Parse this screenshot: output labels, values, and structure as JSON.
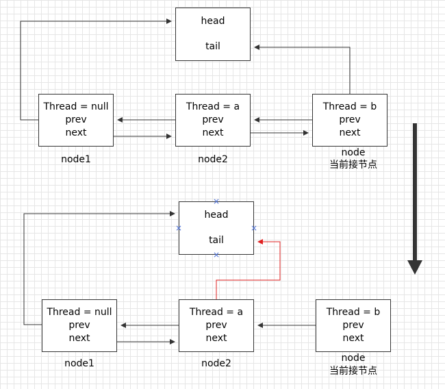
{
  "top": {
    "headtail": {
      "head": "head",
      "tail": "tail"
    },
    "nodes": [
      {
        "thread": "Thread = null",
        "prev": "prev",
        "next": "next",
        "label": "node1",
        "sublabel": ""
      },
      {
        "thread": "Thread = a",
        "prev": "prev",
        "next": "next",
        "label": "node2",
        "sublabel": ""
      },
      {
        "thread": "Thread = b",
        "prev": "prev",
        "next": "next",
        "label": "node",
        "sublabel": "当前接节点"
      }
    ]
  },
  "bottom": {
    "headtail": {
      "head": "head",
      "tail": "tail"
    },
    "nodes": [
      {
        "thread": "Thread = null",
        "prev": "prev",
        "next": "next",
        "label": "node1",
        "sublabel": ""
      },
      {
        "thread": "Thread = a",
        "prev": "prev",
        "next": "next",
        "label": "node2",
        "sublabel": ""
      },
      {
        "thread": "Thread = b",
        "prev": "prev",
        "next": "next",
        "label": "node",
        "sublabel": "当前接节点"
      }
    ]
  },
  "colors": {
    "line": "#333333",
    "highlight": "#e02020",
    "selection": "#4a6fd6",
    "big_arrow": "#333333"
  },
  "icons": {
    "selection_handle": "×",
    "transition_arrow": "down-arrow-icon"
  }
}
